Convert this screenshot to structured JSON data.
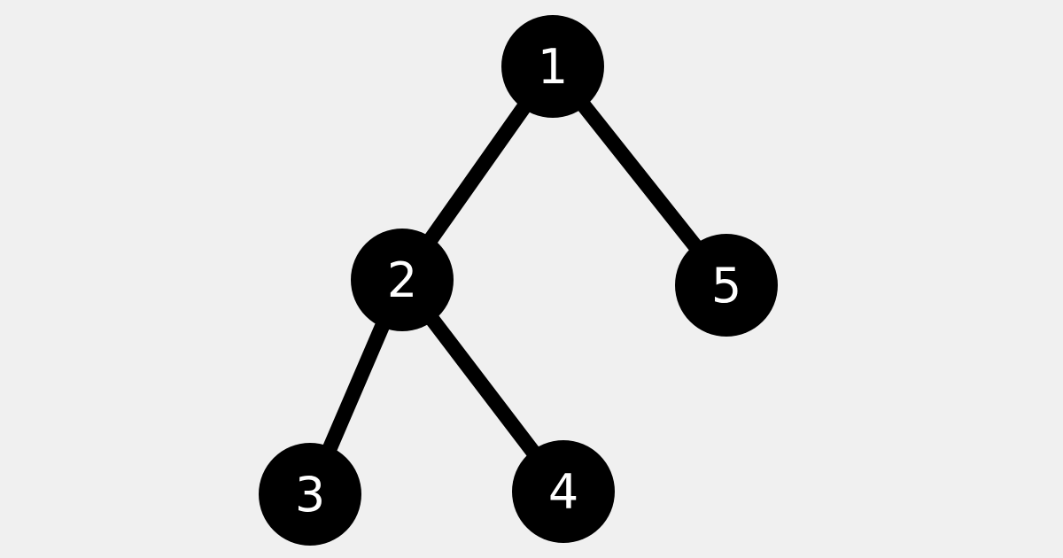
{
  "diagram": {
    "type": "tree",
    "background_color": "#f0f0f0",
    "node_color": "#000000",
    "label_color": "#ffffff",
    "edge_color": "#000000",
    "nodes": [
      {
        "id": "n1",
        "label": "1"
      },
      {
        "id": "n2",
        "label": "2"
      },
      {
        "id": "n3",
        "label": "3"
      },
      {
        "id": "n4",
        "label": "4"
      },
      {
        "id": "n5",
        "label": "5"
      }
    ],
    "edges": [
      {
        "from": "n1",
        "to": "n2"
      },
      {
        "from": "n1",
        "to": "n5"
      },
      {
        "from": "n2",
        "to": "n3"
      },
      {
        "from": "n2",
        "to": "n4"
      }
    ]
  }
}
